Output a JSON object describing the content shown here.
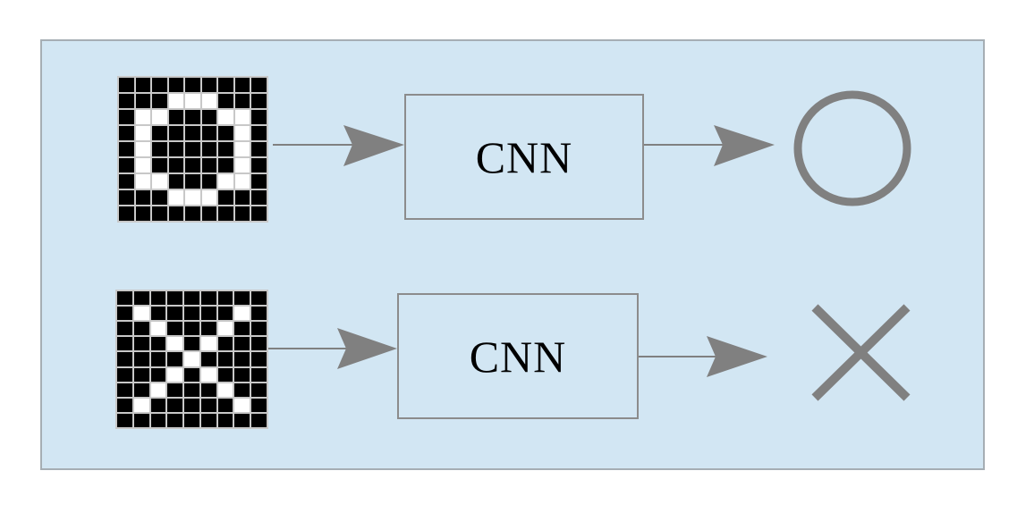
{
  "colors": {
    "background": "#ffffff",
    "panel_fill": "#d2e6f3",
    "panel_border": "#a6aeb4",
    "arrow": "#808080",
    "symbol": "#808080"
  },
  "rows": [
    {
      "model_label": "CNN",
      "input_pattern": [
        "000000000",
        "000111000",
        "011000110",
        "010000010",
        "010000010",
        "010000010",
        "011000110",
        "000111000",
        "000000000"
      ],
      "output_symbol": "circle-icon"
    },
    {
      "model_label": "CNN",
      "input_pattern": [
        "000000000",
        "010000010",
        "001000100",
        "000101000",
        "000010000",
        "000101000",
        "001000100",
        "010000010",
        "000000000"
      ],
      "output_symbol": "cross-icon"
    }
  ]
}
